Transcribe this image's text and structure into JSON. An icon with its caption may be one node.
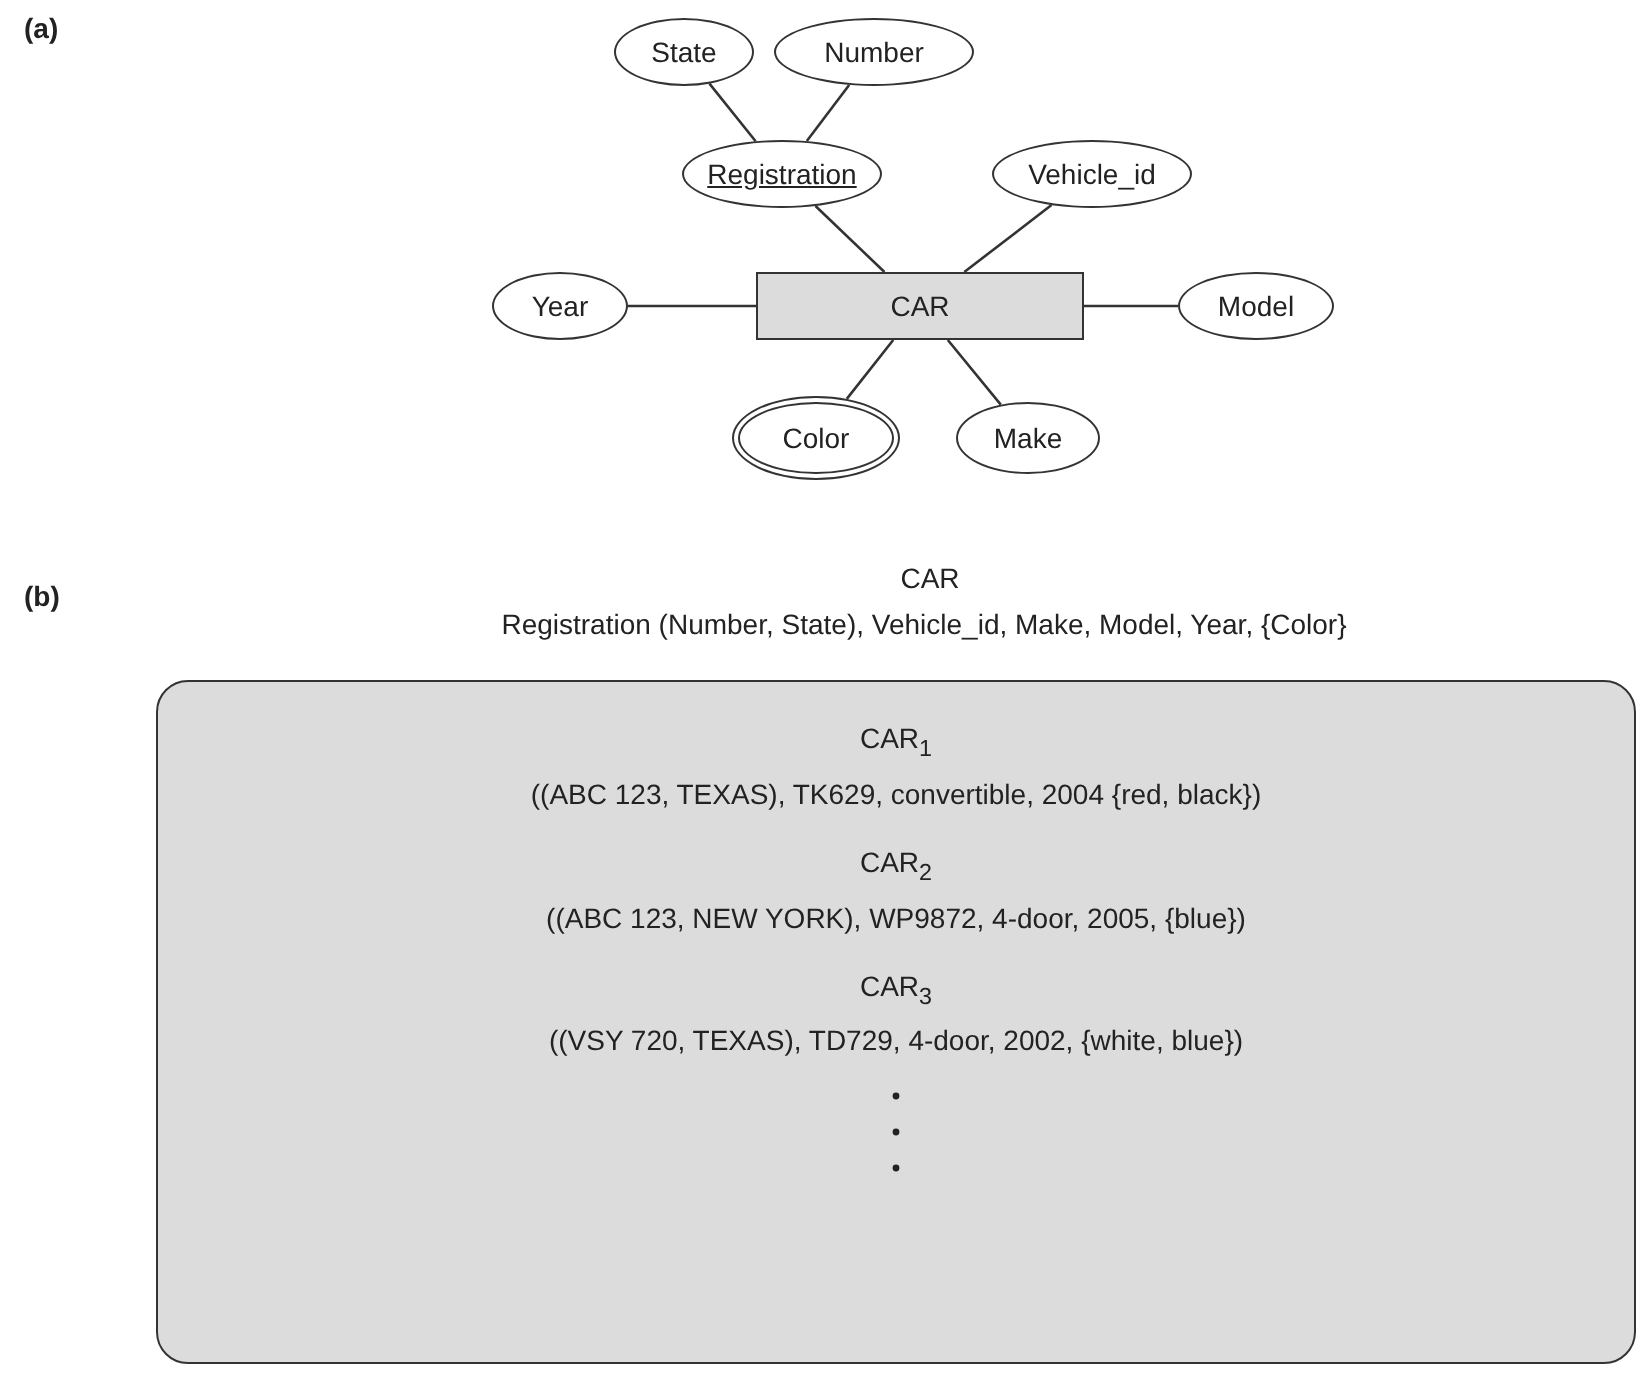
{
  "diagram": {
    "nodes": [
      {
        "text": [
          "State"
        ]
      },
      {
        "text": [
          "Number"
        ]
      },
      {
        "text": [
          "Registration"
        ]
      },
      {
        "text": [
          "Vehicle_id"
        ]
      },
      {
        "text": [
          "Year"
        ]
      },
      {
        "text": [
          "CAR"
        ]
      },
      {
        "text": [
          "Model"
        ]
      },
      {
        "text": [
          "Color"
        ]
      },
      {
        "text": [
          "Make"
        ]
      },
      {
        "text": [
          "CAR$_{1}$",
          "((ABC 123, TEXAS), TK629, convertible, 2004 {red, black})",
          "CAR$_{2}$",
          "((ABC 123, NEW YORK), WP9872, 4-door, 2005, {blue})",
          "CAR$_{3}$",
          "((VSY 720, TEXAS), TD729, 4-door, 2002, {white, blue})"
        ]
      }
    ],
    "edges": [
      {
        "from": 0,
        "to": 2,
        "arrow": "none"
      },
      {
        "from": 1,
        "to": 2,
        "arrow": "none"
      },
      {
        "from": 2,
        "to": 5,
        "arrow": "none"
      },
      {
        "from": 3,
        "to": 5,
        "arrow": "none"
      },
      {
        "from": 4,
        "to": 5,
        "arrow": "none"
      },
      {
        "from": 5,
        "to": 6,
        "arrow": "none"
      },
      {
        "from": 7,
        "to": 5,
        "arrow": "none"
      },
      {
        "from": 8,
        "to": 5,
        "arrow": "none"
      }
    ],
    "labels": [
      "(a)",
      "(b)",
      "CAR",
      "Registration (Number, State), Vehicle_id, Make, Model, Year, {Color}"
    ]
  }
}
